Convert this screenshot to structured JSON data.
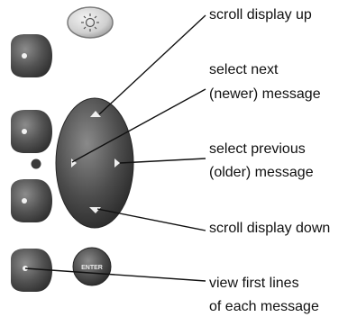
{
  "labels": {
    "scroll_up": "scroll display up",
    "select_next_1": "select next",
    "select_next_2": "(newer) message",
    "select_prev_1": "select previous",
    "select_prev_2": "(older) message",
    "scroll_down": "scroll display down",
    "view_first_1": "view first lines",
    "view_first_2": "of each message"
  },
  "buttons": {
    "enter": "ENTER"
  },
  "icons": {
    "brightness": "sun-icon",
    "up": "triangle-up-icon",
    "down": "triangle-down-icon",
    "left": "triangle-left-icon",
    "right": "triangle-right-icon"
  },
  "colors": {
    "button_dark": "#4a4a4a",
    "button_light": "#d0d0d0",
    "leader_line": "#111111"
  }
}
